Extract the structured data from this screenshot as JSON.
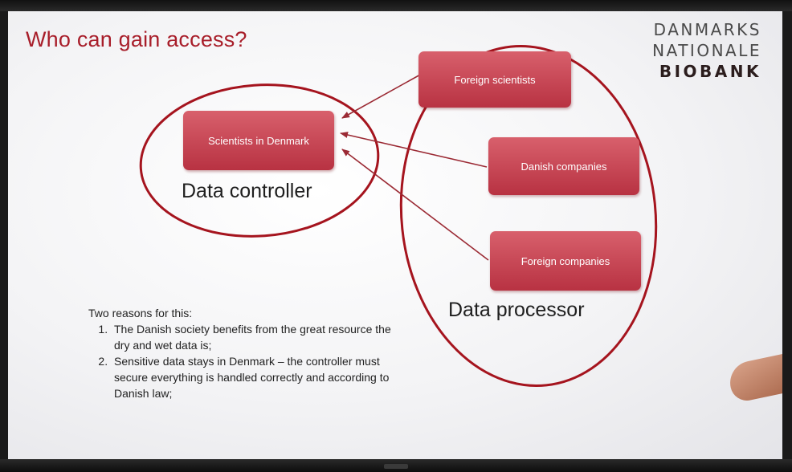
{
  "slide": {
    "title": "Who can gain access?",
    "logo": {
      "line1": "DANMARKS",
      "line2": "NATIONALE",
      "line3": "BIOBANK"
    },
    "boxes": {
      "scientists_denmark": "Scientists in Denmark",
      "foreign_scientists": "Foreign scientists",
      "danish_companies": "Danish companies",
      "foreign_companies": "Foreign companies"
    },
    "data_controller_label": "Data controller",
    "data_processor_label": "Data processor",
    "reasons": {
      "intro": "Two reasons for this:",
      "items": [
        "The Danish society benefits from the great resource the dry and wet data is;",
        "Sensitive data stays in Denmark – the controller must secure everything is handled correctly and according to Danish law;"
      ]
    }
  },
  "colors": {
    "accent": "#a81e2a",
    "box_fill": "#c84452",
    "ellipse_stroke": "#a5141e"
  }
}
